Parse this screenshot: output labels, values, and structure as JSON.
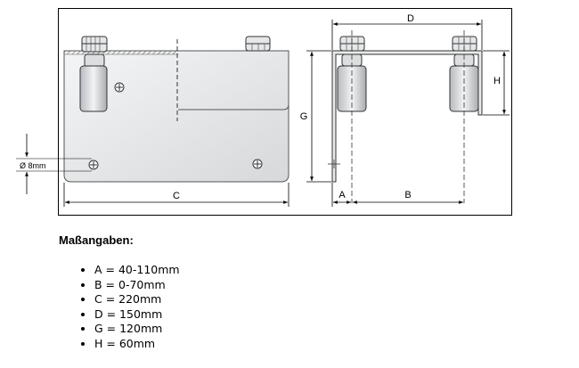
{
  "drawing": {
    "labels": {
      "D": "D",
      "H": "H",
      "G": "G",
      "A": "A",
      "B": "B",
      "C": "C",
      "diameter": "Ø 8mm"
    }
  },
  "specs": {
    "title": "Maßangaben:",
    "items": [
      {
        "text": "A = 40-110mm"
      },
      {
        "text": "B = 0-70mm"
      },
      {
        "text": "C = 220mm"
      },
      {
        "text": "D = 150mm"
      },
      {
        "text": "G = 120mm"
      },
      {
        "text": "H = 60mm"
      }
    ]
  }
}
